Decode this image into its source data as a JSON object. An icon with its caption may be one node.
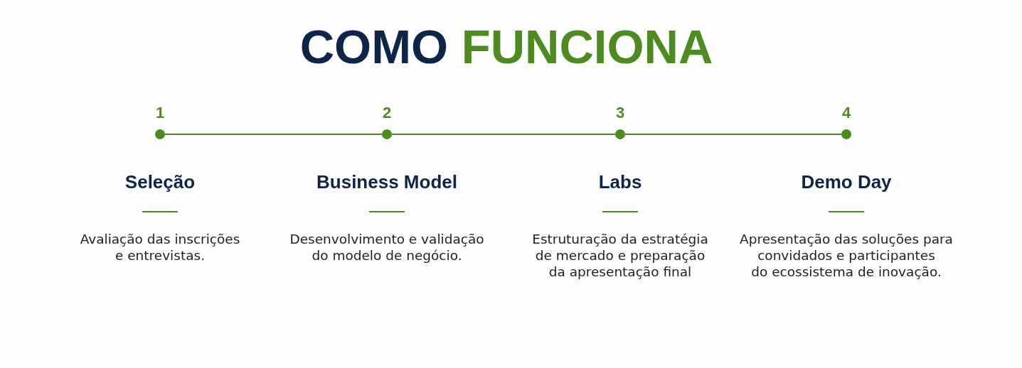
{
  "diagram": {
    "title": "COMO FUNCIONA",
    "nodes": [
      {
        "text": [],
        "shape": "circle",
        "beside": [
          "1",
          "Seleção",
          "Avaliação das inscrições e entrevistas."
        ]
      },
      {
        "text": [],
        "shape": "circle",
        "beside": [
          "2",
          "Business Model",
          "Desenvolvimento e validação do modelo de negócio."
        ]
      },
      {
        "text": [],
        "shape": "circle",
        "beside": [
          "3",
          "Labs",
          "Estruturação da estratégia de mercado e preparação da apresentação final"
        ]
      },
      {
        "text": [],
        "shape": "circle",
        "beside": [
          "4",
          "Demo Day",
          "Apresentação das soluções para convidados e participantes do ecossistema de inovação."
        ]
      }
    ],
    "edges": [
      {
        "from": 0,
        "to": 1,
        "arrow": "none"
      },
      {
        "from": 1,
        "to": 2,
        "arrow": "none"
      },
      {
        "from": 2,
        "to": 3,
        "arrow": "none"
      }
    ]
  }
}
